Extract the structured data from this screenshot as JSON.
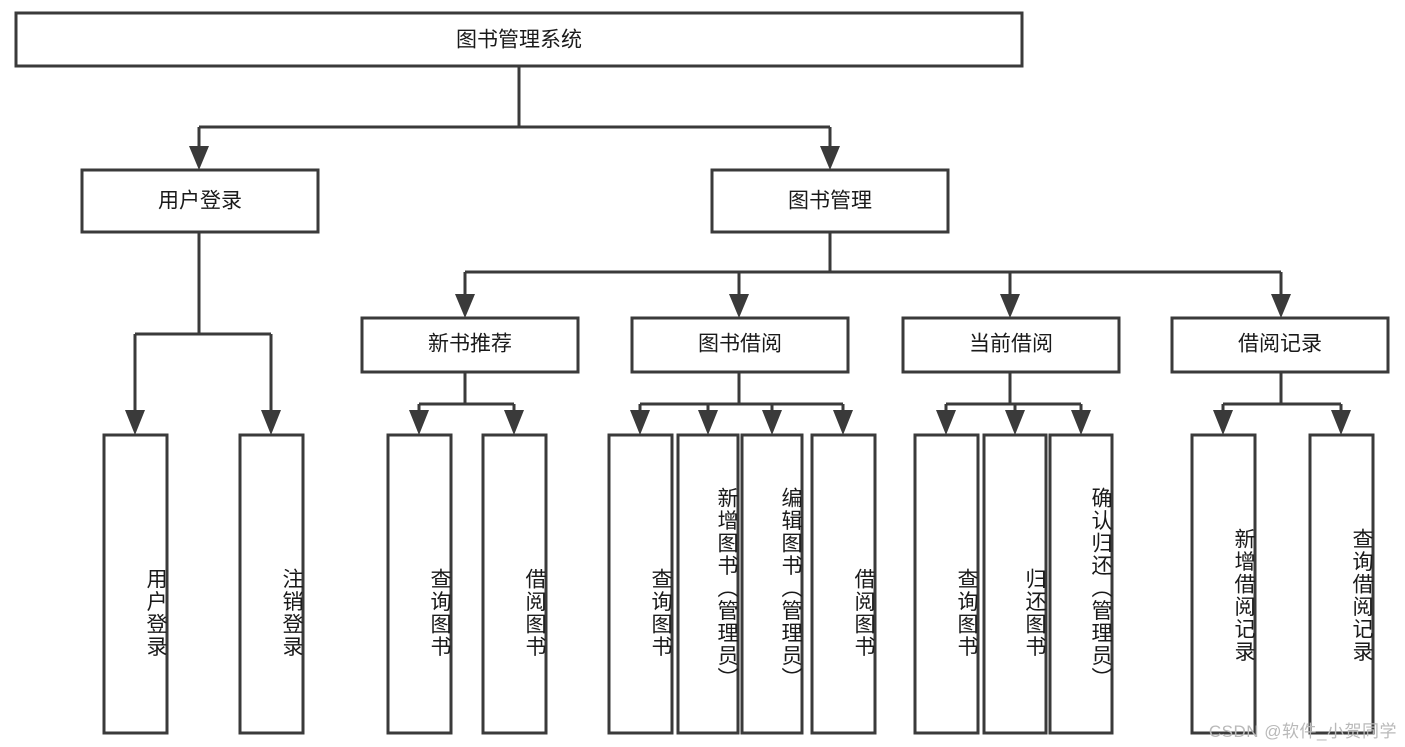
{
  "diagram": {
    "title": "图书管理系统",
    "type": "tree",
    "watermark": "CSDN @软件_小贺同学",
    "colors": {
      "box_stroke": "#3a3a3a",
      "box_fill": "#ffffff",
      "text": "#1a1a1a",
      "edge": "#3a3a3a",
      "watermark": "#b9b9b9"
    },
    "root": {
      "label": "图书管理系统"
    },
    "level2": [
      {
        "label": "用户登录"
      },
      {
        "label": "图书管理"
      }
    ],
    "level3": [
      {
        "label": "新书推荐"
      },
      {
        "label": "图书借阅"
      },
      {
        "label": "当前借阅"
      },
      {
        "label": "借阅记录"
      }
    ],
    "leaves": [
      {
        "label": "用户登录",
        "parent": "用户登录"
      },
      {
        "label": "注销登录",
        "parent": "用户登录"
      },
      {
        "label": "查询图书",
        "parent": "新书推荐"
      },
      {
        "label": "借阅图书",
        "parent": "新书推荐"
      },
      {
        "label": "查询图书",
        "parent": "图书借阅"
      },
      {
        "label": "新增图书（管理员）",
        "parent": "图书借阅"
      },
      {
        "label": "编辑图书（管理员）",
        "parent": "图书借阅"
      },
      {
        "label": "借阅图书",
        "parent": "图书借阅"
      },
      {
        "label": "查询图书",
        "parent": "当前借阅"
      },
      {
        "label": "归还图书",
        "parent": "当前借阅"
      },
      {
        "label": "确认归还（管理员）",
        "parent": "当前借阅"
      },
      {
        "label": "新增借阅记录",
        "parent": "借阅记录"
      },
      {
        "label": "查询借阅记录",
        "parent": "借阅记录"
      }
    ]
  }
}
